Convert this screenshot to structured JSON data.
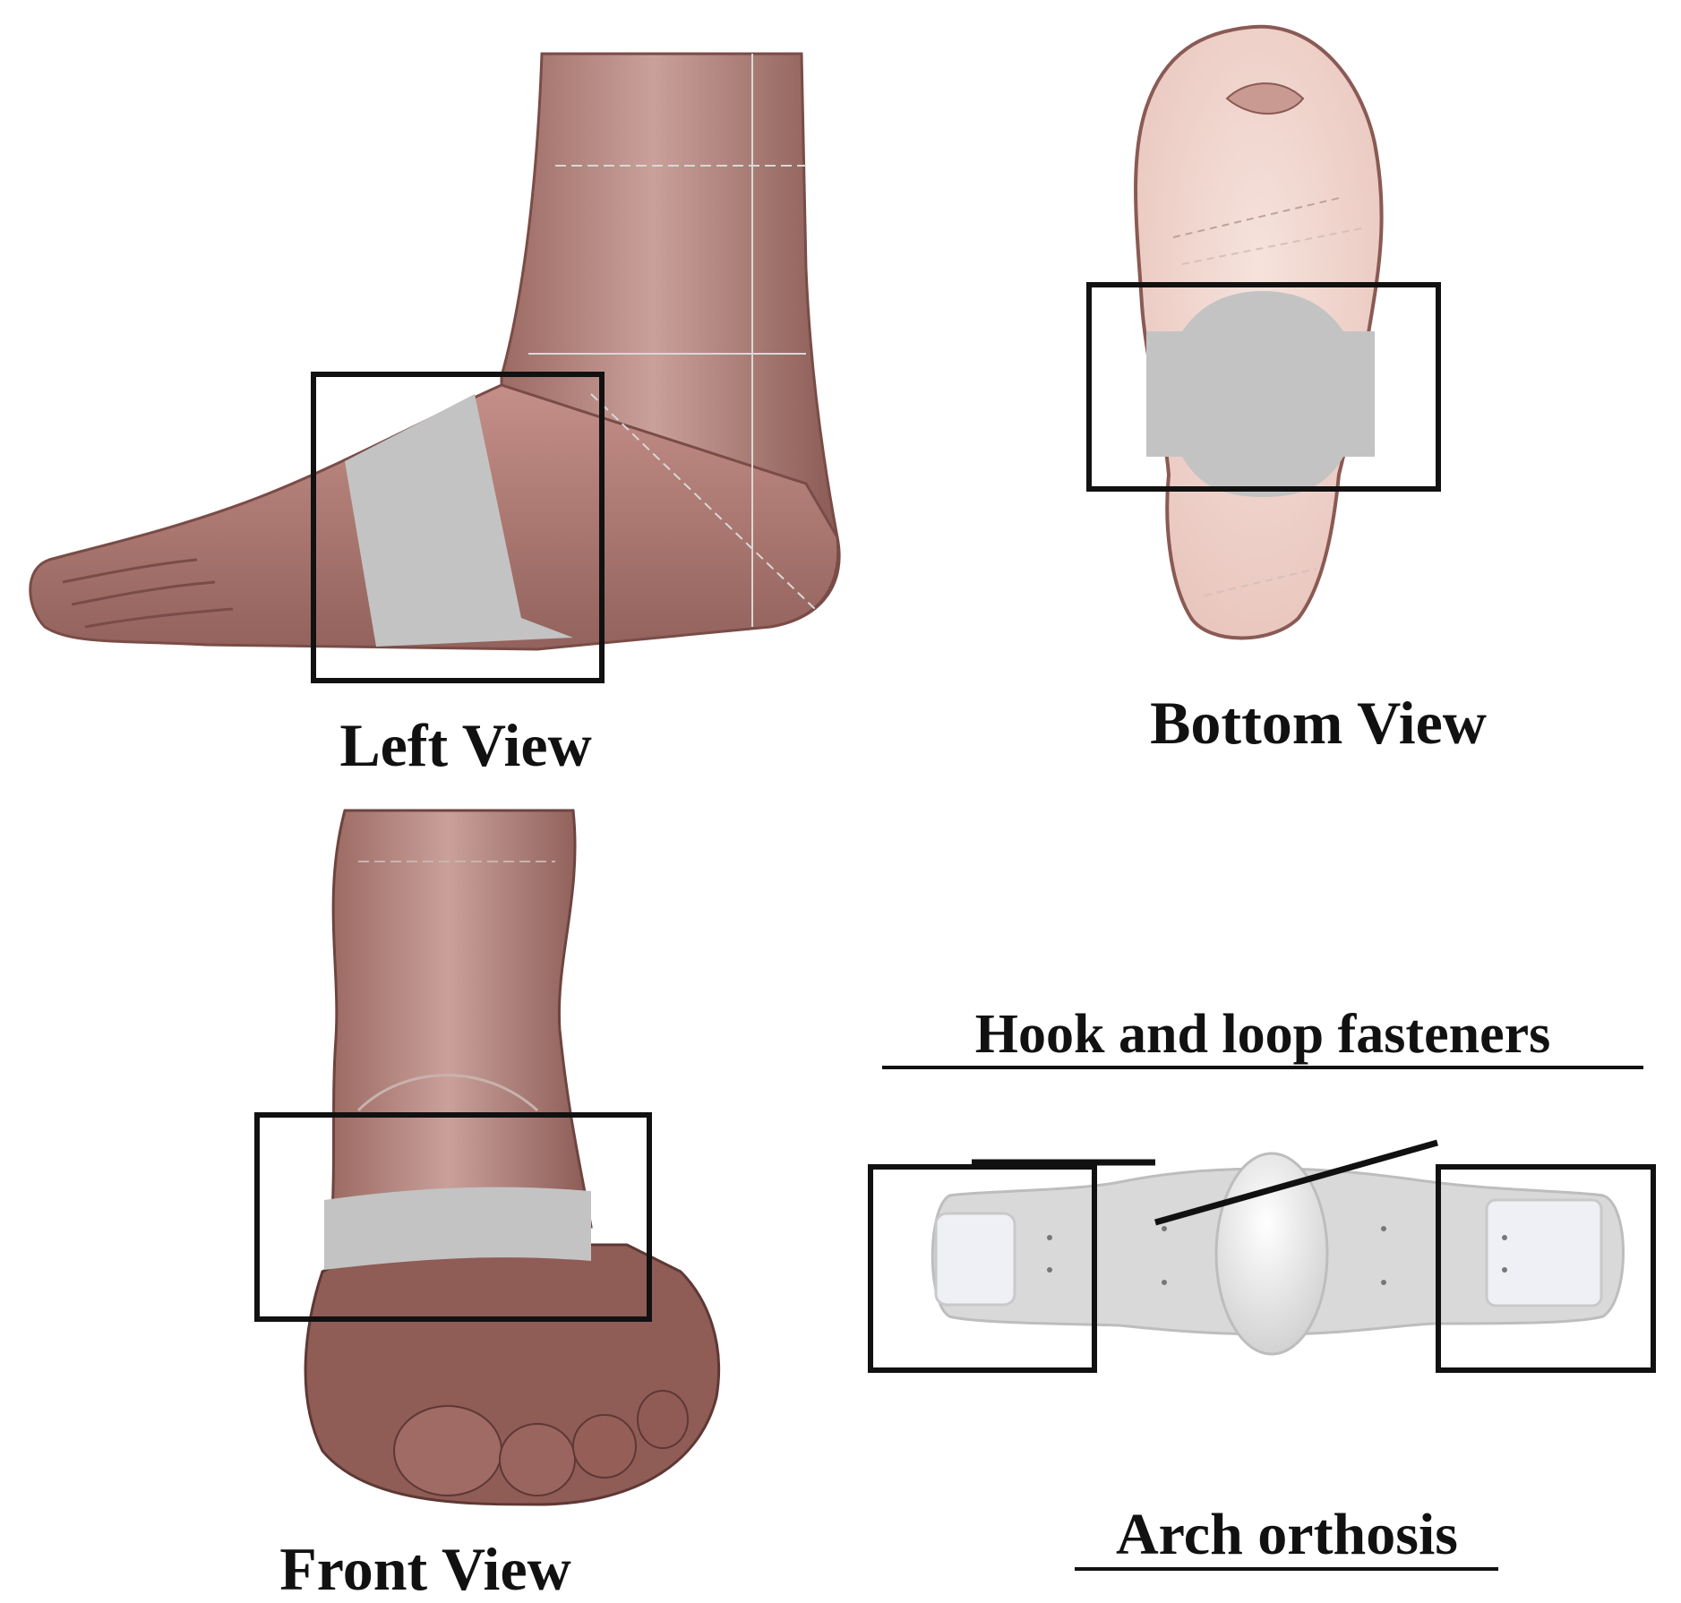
{
  "panels": {
    "left_view": {
      "caption": "Left View"
    },
    "bottom_view": {
      "caption": "Bottom View"
    },
    "front_view": {
      "caption": "Front View"
    },
    "orthosis": {
      "fastener_label": "Hook and loop fasteners",
      "orthosis_label": "Arch orthosis"
    }
  },
  "colors": {
    "skin": "#b9837b",
    "skin_dark": "#8d5d57",
    "skin_light": "#d9aaa2",
    "sole": "#f1d6cf",
    "strap": "#c3c3c3",
    "frame": "#111111",
    "orthosis_body": "#d9d9d9",
    "fastener_pad": "#eef0f5"
  }
}
